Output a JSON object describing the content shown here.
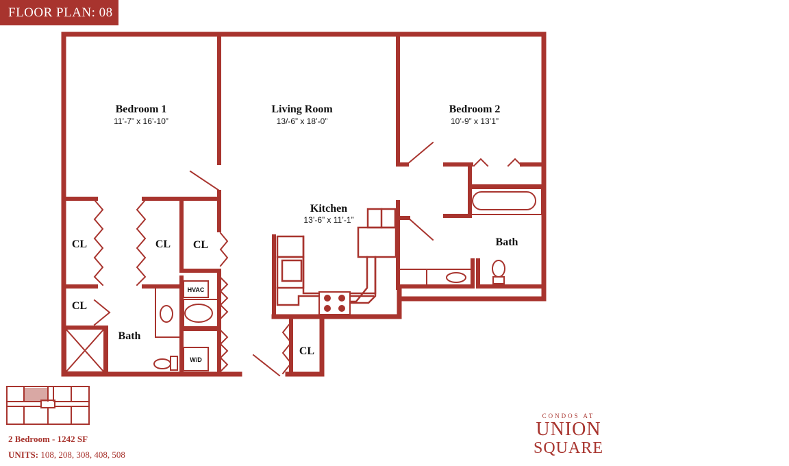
{
  "header": {
    "title": "FLOOR PLAN: 08"
  },
  "rooms": {
    "bedroom1": {
      "name": "Bedroom 1",
      "dims": "11’-7” x 16’-10”"
    },
    "living": {
      "name": "Living Room",
      "dims": "13/-6” x 18’-0”"
    },
    "bedroom2": {
      "name": "Bedroom 2",
      "dims": "10’-9” x 13’1”"
    },
    "kitchen": {
      "name": "Kitchen",
      "dims": "13’-6” x 11’-1”"
    },
    "bath_left": {
      "name": "Bath"
    },
    "bath_right": {
      "name": "Bath"
    },
    "closets": [
      "CL",
      "CL",
      "CL",
      "CL",
      "CL"
    ],
    "hvac": "HVAC",
    "wd": "W/D"
  },
  "info": {
    "unit_type": "2 Bedroom - 1242 SF",
    "units_label": "UNITS:",
    "units_value": "108, 208, 308, 408, 508"
  },
  "brand": {
    "line1": "CONDOS AT",
    "line2": "UNION",
    "line3": "SQUARE"
  },
  "colors": {
    "accent": "#a8342e",
    "highlight": "#d9a8a4"
  }
}
